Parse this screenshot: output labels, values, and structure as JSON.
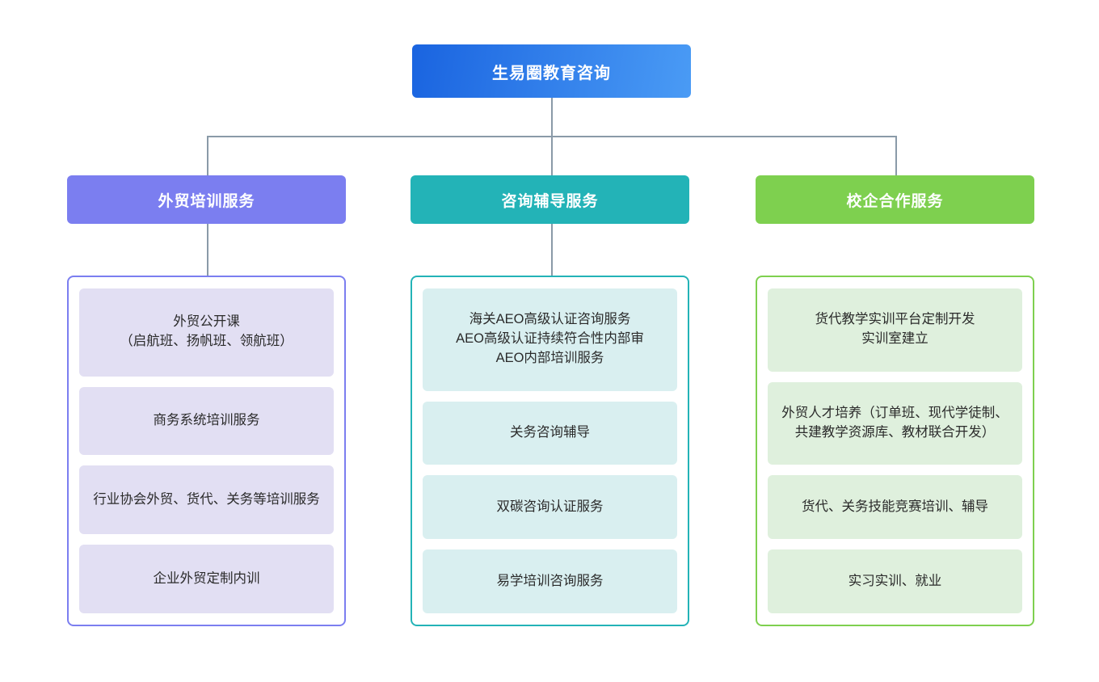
{
  "diagram": {
    "type": "org-chart",
    "root": {
      "label": "生易圈教育咨询",
      "color_start": "#1a64e0",
      "color_end": "#4a9bf5"
    },
    "connector_color": "#8a9aa8",
    "columns": [
      {
        "id": "training",
        "header": "外贸培训服务",
        "header_color": "#7b7ef0",
        "border_color": "#7b7ef0",
        "item_fill": "#e2dff3",
        "items": [
          "外贸公开课\n（启航班、扬帆班、领航班）",
          "商务系统培训服务",
          "行业协会外贸、货代、关务等培训服务",
          "企业外贸定制内训"
        ]
      },
      {
        "id": "consulting",
        "header": "咨询辅导服务",
        "header_color": "#23b3b7",
        "border_color": "#23b3b7",
        "item_fill": "#d9eff0",
        "items": [
          "海关AEO高级认证咨询服务\nAEO高级认证持续符合性内部审\nAEO内部培训服务",
          "关务咨询辅导",
          "双碳咨询认证服务",
          "易学培训咨询服务"
        ]
      },
      {
        "id": "school-enterprise",
        "header": "校企合作服务",
        "header_color": "#7ed04f",
        "border_color": "#7ed04f",
        "item_fill": "#dff0dd",
        "items": [
          "货代教学实训平台定制开发\n实训室建立",
          "外贸人才培养（订单班、现代学徒制、共建教学资源库、教材联合开发）",
          "货代、关务技能竞赛培训、辅导",
          "实习实训、就业"
        ]
      }
    ]
  }
}
